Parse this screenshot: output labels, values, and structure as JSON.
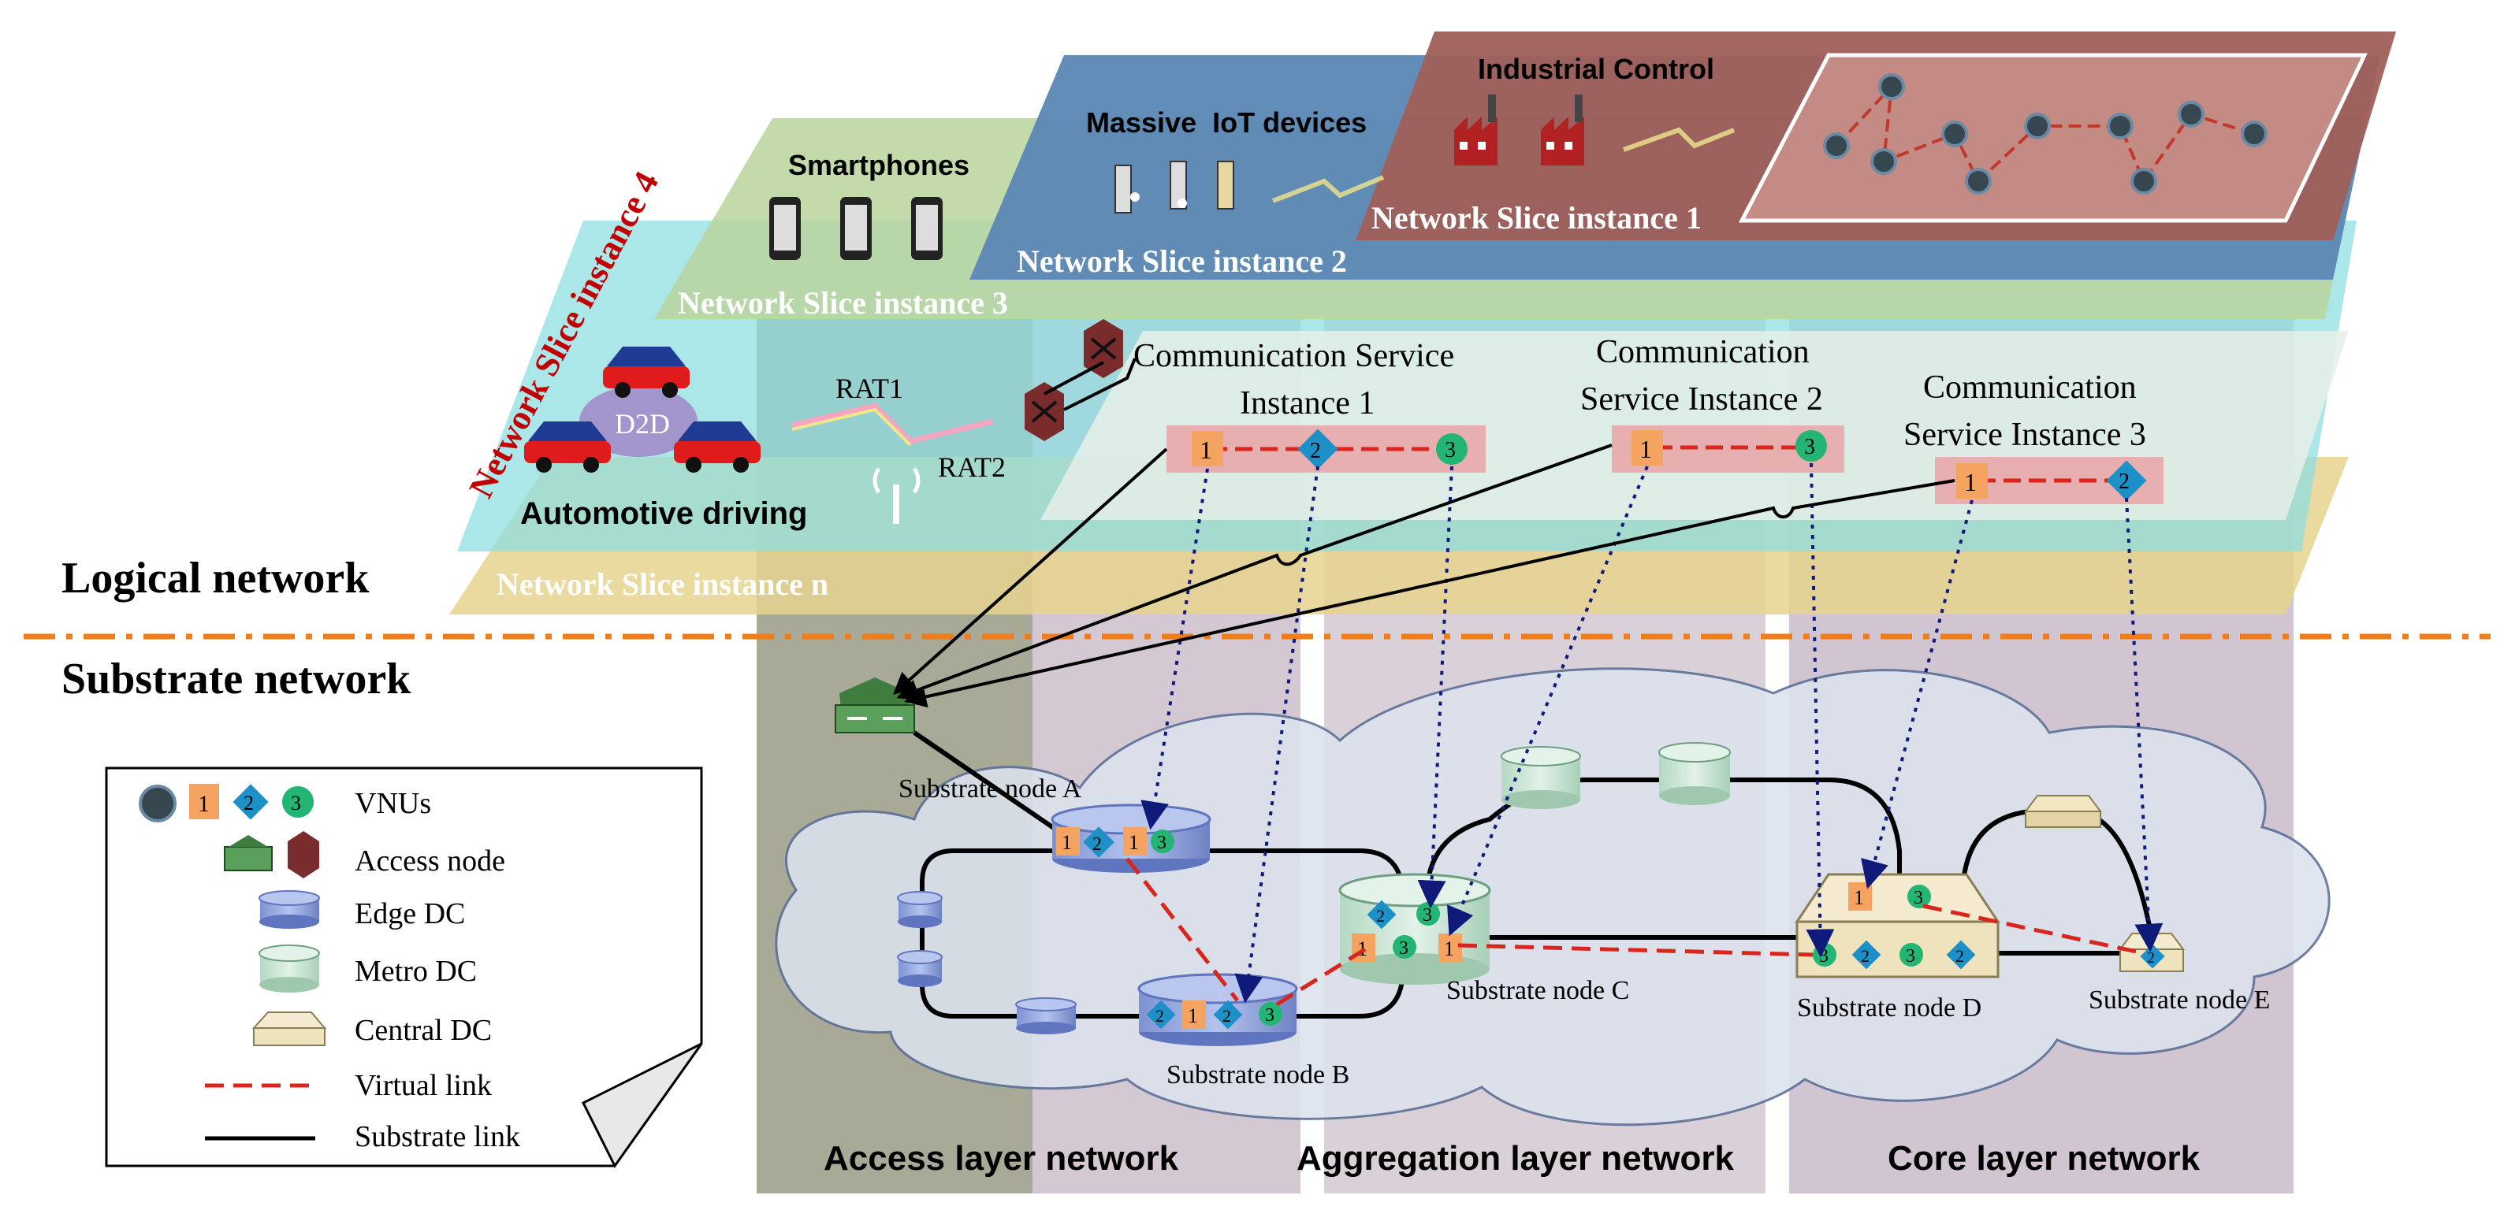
{
  "headings": {
    "logical_network": "Logical network",
    "substrate_network": "Substrate network"
  },
  "slices": {
    "slice1": "Network Slice instance 1",
    "slice2": "Network Slice instance 2",
    "slice3": "Network Slice instance 3",
    "slice4": "Network Slice instance 4",
    "slicen": "Network Slice instance n"
  },
  "devices": {
    "industrial": "Industrial Control",
    "iot": "Massive  IoT devices",
    "smartphones": "Smartphones",
    "automotive": "Automotive driving",
    "d2d": "D2D",
    "rat1": "RAT1",
    "rat2": "RAT2"
  },
  "csi": {
    "csi1_line1": "Communication Service",
    "csi1_line2": "Instance 1",
    "csi2_line1": "Communication",
    "csi2_line2": "Service Instance 2",
    "csi3_line1": "Communication",
    "csi3_line2": "Service Instance 3"
  },
  "vnu_numbers": {
    "one": "1",
    "two": "2",
    "three": "3"
  },
  "substrate_nodes": {
    "a": "Substrate node A",
    "b": "Substrate node B",
    "c": "Substrate node C",
    "d": "Substrate node D",
    "e": "Substrate node E"
  },
  "layers": {
    "access": "Access layer network",
    "aggregation": "Aggregation layer network",
    "core": "Core layer network"
  },
  "legend": {
    "vnus": "VNUs",
    "access_node": "Access node",
    "edge_dc": "Edge DC",
    "metro_dc": "Metro DC",
    "central_dc": "Central DC",
    "virtual_link": "Virtual link",
    "substrate_link": "Substrate link"
  },
  "colors": {
    "slice1": "#a4625a",
    "slice2": "#5b87b5",
    "slice3": "#b7cd98",
    "slice4": "#8fd9dc",
    "slicen": "#e8d591",
    "access_layer": "#a5a38c",
    "agg_layer": "#d1c6cf",
    "core_layer": "#cbbfcc",
    "cloud": "#dde3ee",
    "edge_dc": "#8fa3dc",
    "metro_dc": "#cde6d6",
    "central_dc": "#f2e6c2",
    "vnu_orange": "#f4a460",
    "vnu_blue": "#1e90c8",
    "vnu_green": "#22b573",
    "vnu_dark": "#37474f",
    "virtual_link": "#d9261c",
    "substrate_link": "#000000",
    "divider": "#f07d1a",
    "slice4_label": "#c00000"
  }
}
